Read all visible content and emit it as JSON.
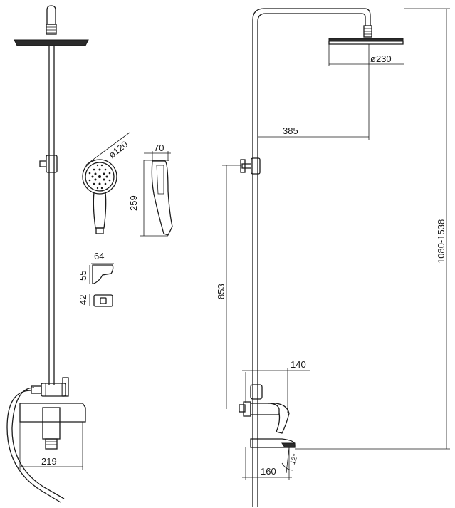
{
  "dimensions": {
    "head_diameter": "ø230",
    "arm_length": "385",
    "height_range": "1080-1538",
    "holder_height": "853",
    "mixer_depth": "140",
    "spout_depth": "160",
    "spout_angle": "12°",
    "mixer_width": "219",
    "hand_shower_diameter": "ø120",
    "hand_shower_length": "259",
    "hand_shower_depth": "70",
    "holder_width": "64",
    "holder_height_upper": "55",
    "holder_height_lower": "42"
  }
}
